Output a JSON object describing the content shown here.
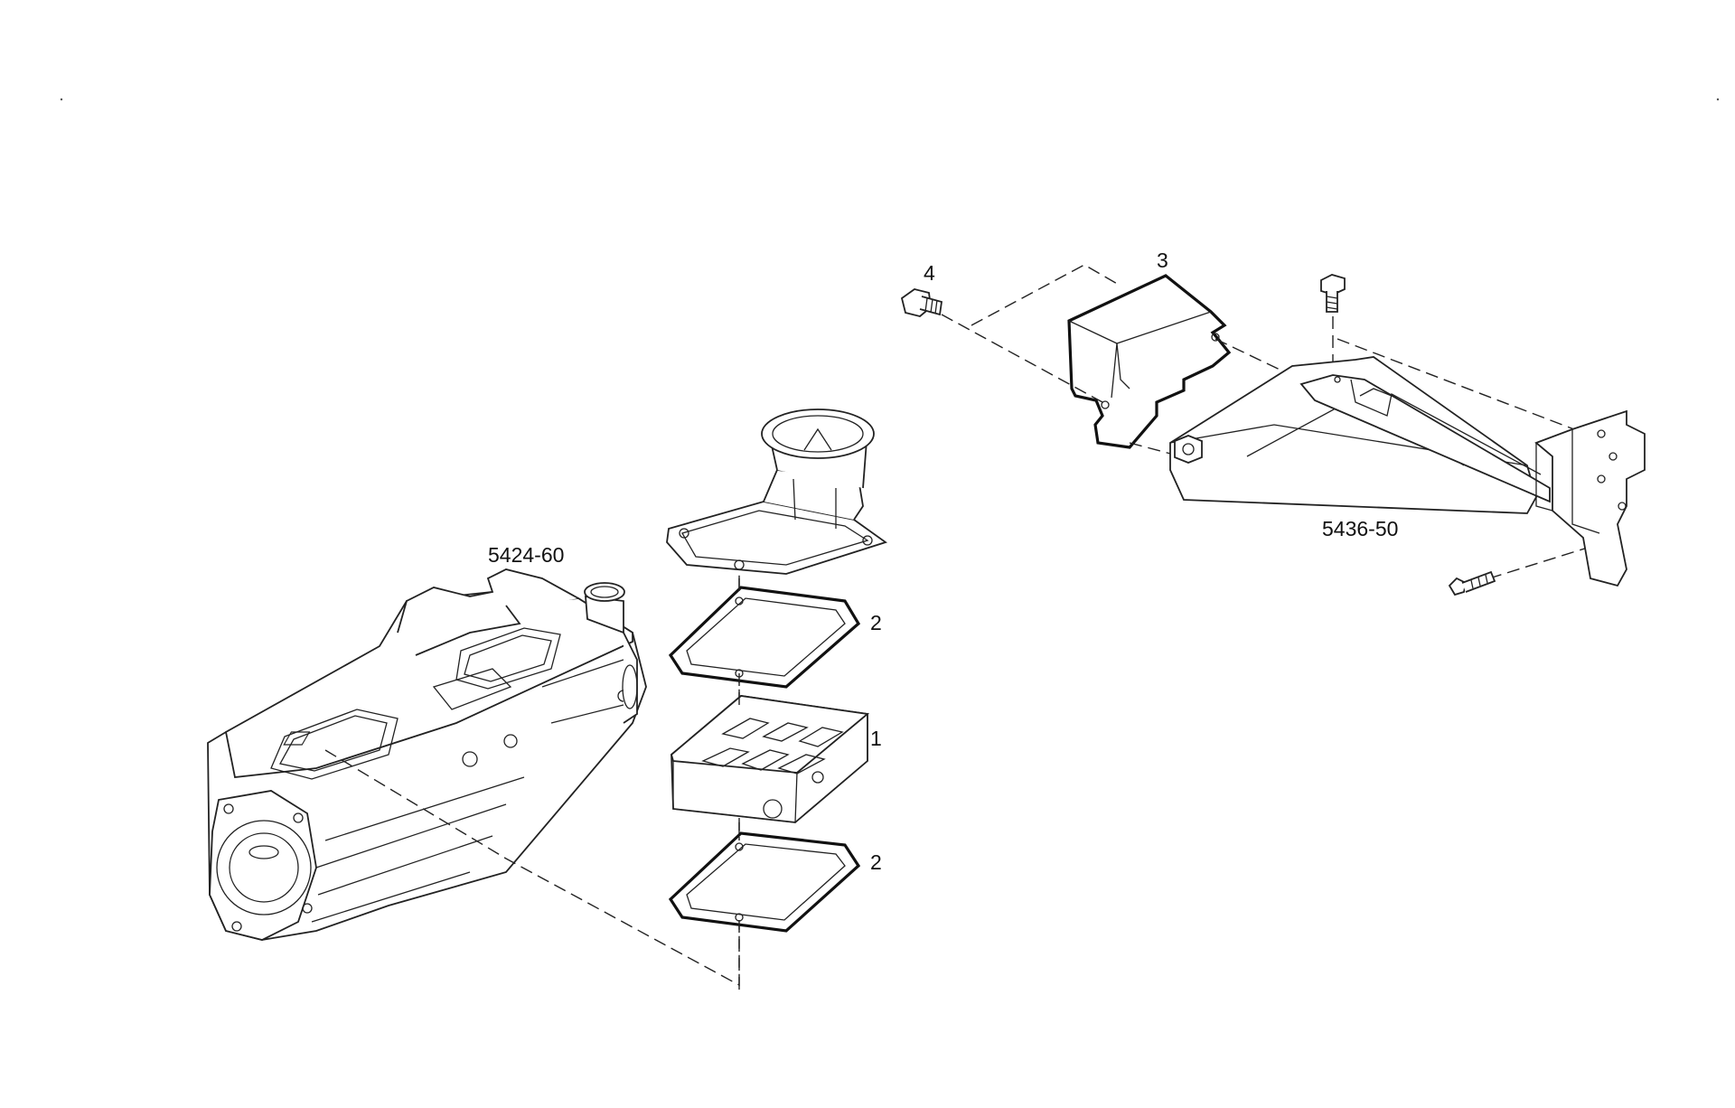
{
  "callouts": {
    "ref_engine": "5424-60",
    "ref_bracket": "5436-50",
    "part_1": "1",
    "part_2_upper": "2",
    "part_2_lower": "2",
    "part_3": "3",
    "part_4": "4"
  },
  "icons": [
    "bolt-icon",
    "screw-icon"
  ]
}
